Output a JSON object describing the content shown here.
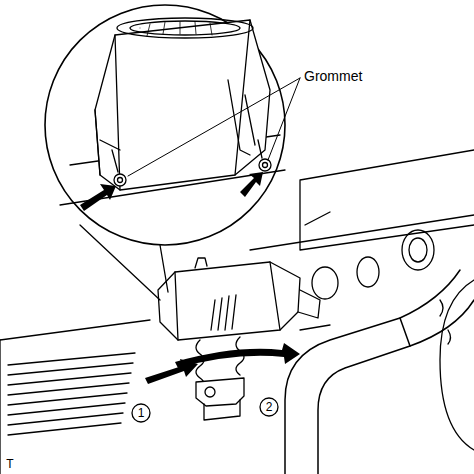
{
  "diagram": {
    "labels": [
      "Grommet",
      "1",
      "2",
      "T"
    ]
  }
}
